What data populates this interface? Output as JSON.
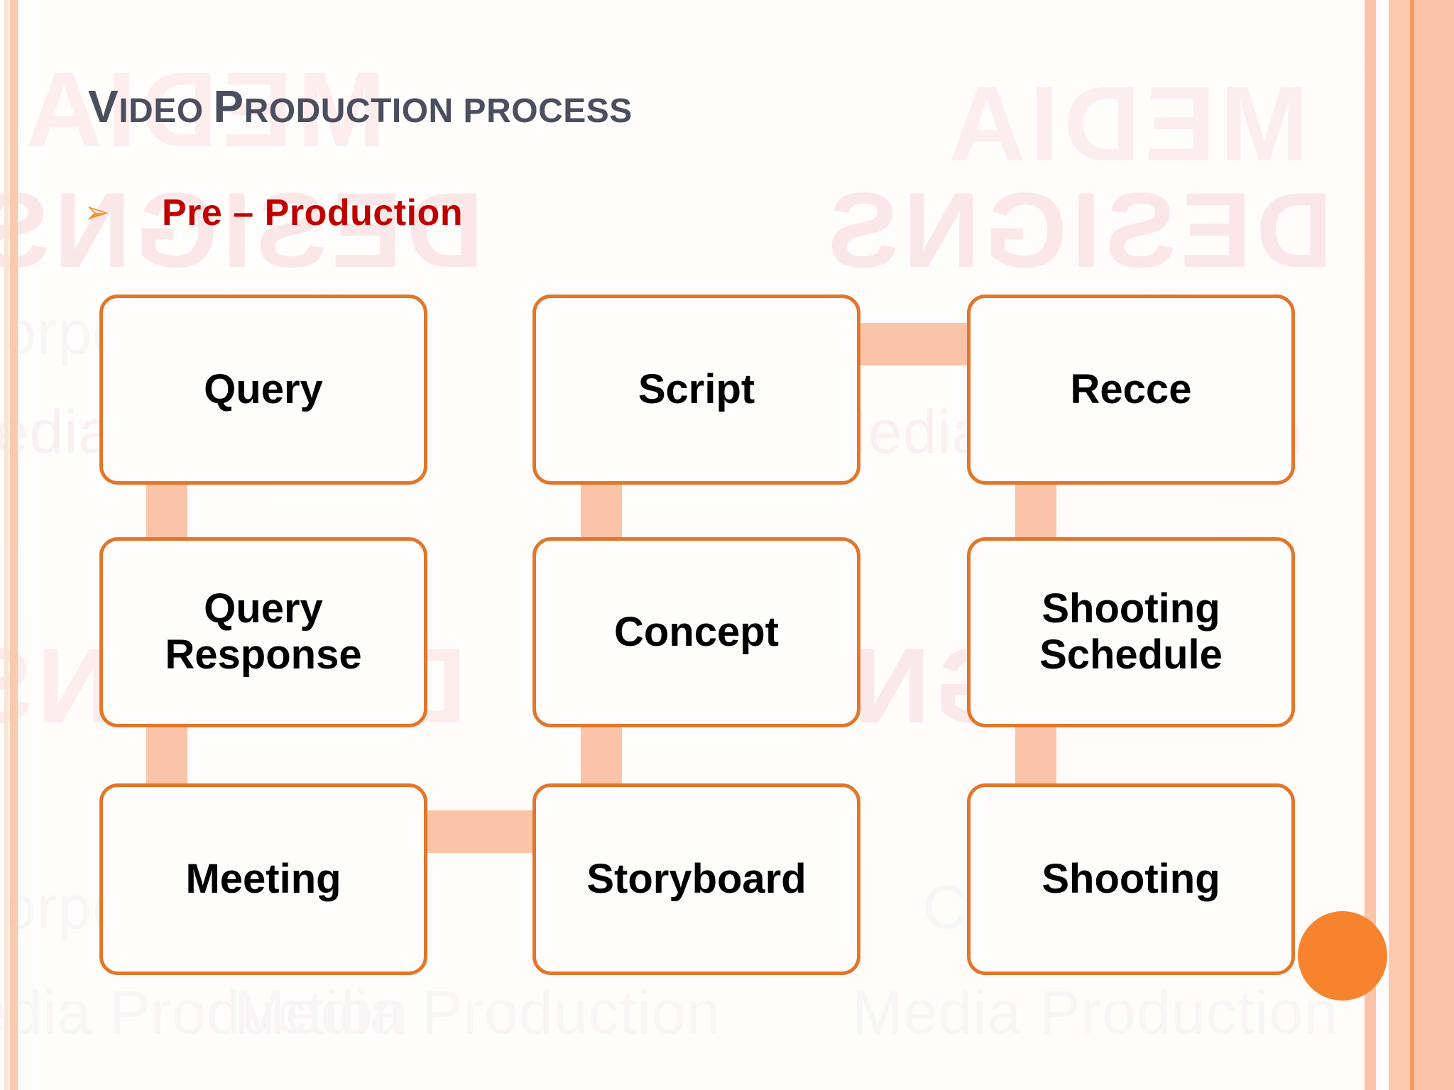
{
  "slide": {
    "title_lead": "V",
    "title_rest_1": "IDEO ",
    "title_cap_2": "P",
    "title_rest_2": "RODUCTION PROCESS",
    "title_full": "Video Production process",
    "bullet_icon": "➢",
    "bullet_text": "Pre – Production",
    "title_color": "#4a4e5e",
    "bullet_text_color": "#c00000",
    "bullet_icon_color": "#f3932f",
    "node_border_color": "#e2762a",
    "connector_color": "#fbc3a7",
    "accent_dot_color": "#f7832e"
  },
  "diagram": {
    "type": "flowchart",
    "columns": 3,
    "rows": 3,
    "nodes": [
      {
        "id": "query",
        "label": "Query",
        "col": 1,
        "row": 1
      },
      {
        "id": "script",
        "label": "Script",
        "col": 2,
        "row": 1
      },
      {
        "id": "recce",
        "label": "Recce",
        "col": 3,
        "row": 1
      },
      {
        "id": "query-response",
        "label": "Query\nResponse",
        "col": 1,
        "row": 2,
        "line1": "Query",
        "line2": "Response"
      },
      {
        "id": "concept",
        "label": "Concept",
        "col": 2,
        "row": 2
      },
      {
        "id": "shooting-schedule",
        "label": "Shooting\nSchedule",
        "col": 3,
        "row": 2,
        "line1": "Shooting",
        "line2": "Schedule"
      },
      {
        "id": "meeting",
        "label": "Meeting",
        "col": 1,
        "row": 3
      },
      {
        "id": "storyboard",
        "label": "Storyboard",
        "col": 2,
        "row": 3
      },
      {
        "id": "shooting",
        "label": "Shooting",
        "col": 3,
        "row": 3
      }
    ],
    "connectors": [
      {
        "from": "query",
        "to": "query-response",
        "orientation": "vertical"
      },
      {
        "from": "query-response",
        "to": "meeting",
        "orientation": "vertical"
      },
      {
        "from": "meeting",
        "to": "storyboard",
        "orientation": "horizontal"
      },
      {
        "from": "storyboard",
        "to": "concept",
        "orientation": "vertical"
      },
      {
        "from": "concept",
        "to": "script",
        "orientation": "vertical"
      },
      {
        "from": "script",
        "to": "recce",
        "orientation": "horizontal"
      },
      {
        "from": "recce",
        "to": "shooting-schedule",
        "orientation": "vertical"
      },
      {
        "from": "shooting-schedule",
        "to": "shooting",
        "orientation": "vertical"
      }
    ]
  },
  "watermarks": {
    "brand_line_1": "MEDIA",
    "brand_line_2": "DESIGNS",
    "phrase_media_production": "Media Production",
    "phrase_corporate_films": "Corporate Films",
    "phrase_corporate": "Corporate"
  }
}
